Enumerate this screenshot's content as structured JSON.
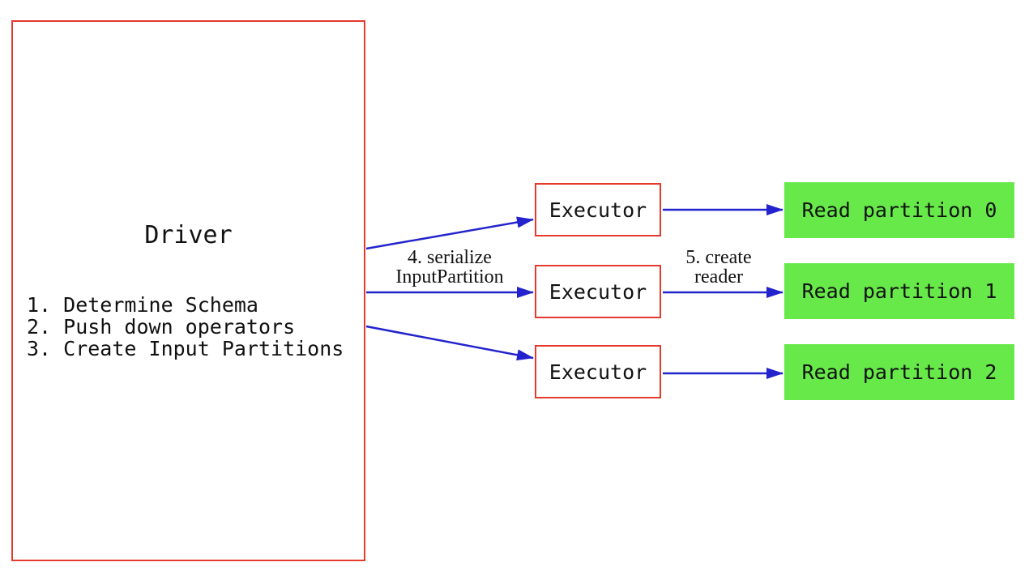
{
  "driver": {
    "title": "Driver",
    "steps": [
      "1. Determine Schema",
      "2. Push down operators",
      "3. Create Input Partitions"
    ]
  },
  "executors": [
    {
      "label": "Executor"
    },
    {
      "label": "Executor"
    },
    {
      "label": "Executor"
    }
  ],
  "partitions": [
    {
      "label": "Read partition 0"
    },
    {
      "label": "Read partition 1"
    },
    {
      "label": "Read partition 2"
    }
  ],
  "edge_labels": {
    "serialize": {
      "line1": "4. serialize",
      "line2": "InputPartition"
    },
    "create_reader": {
      "line1": "5. create",
      "line2": "reader"
    }
  },
  "colors": {
    "box_border": "#e53a2e",
    "arrow": "#2323cd",
    "partition_fill": "#67ea49",
    "text": "#111111",
    "bg": "#ffffff"
  }
}
